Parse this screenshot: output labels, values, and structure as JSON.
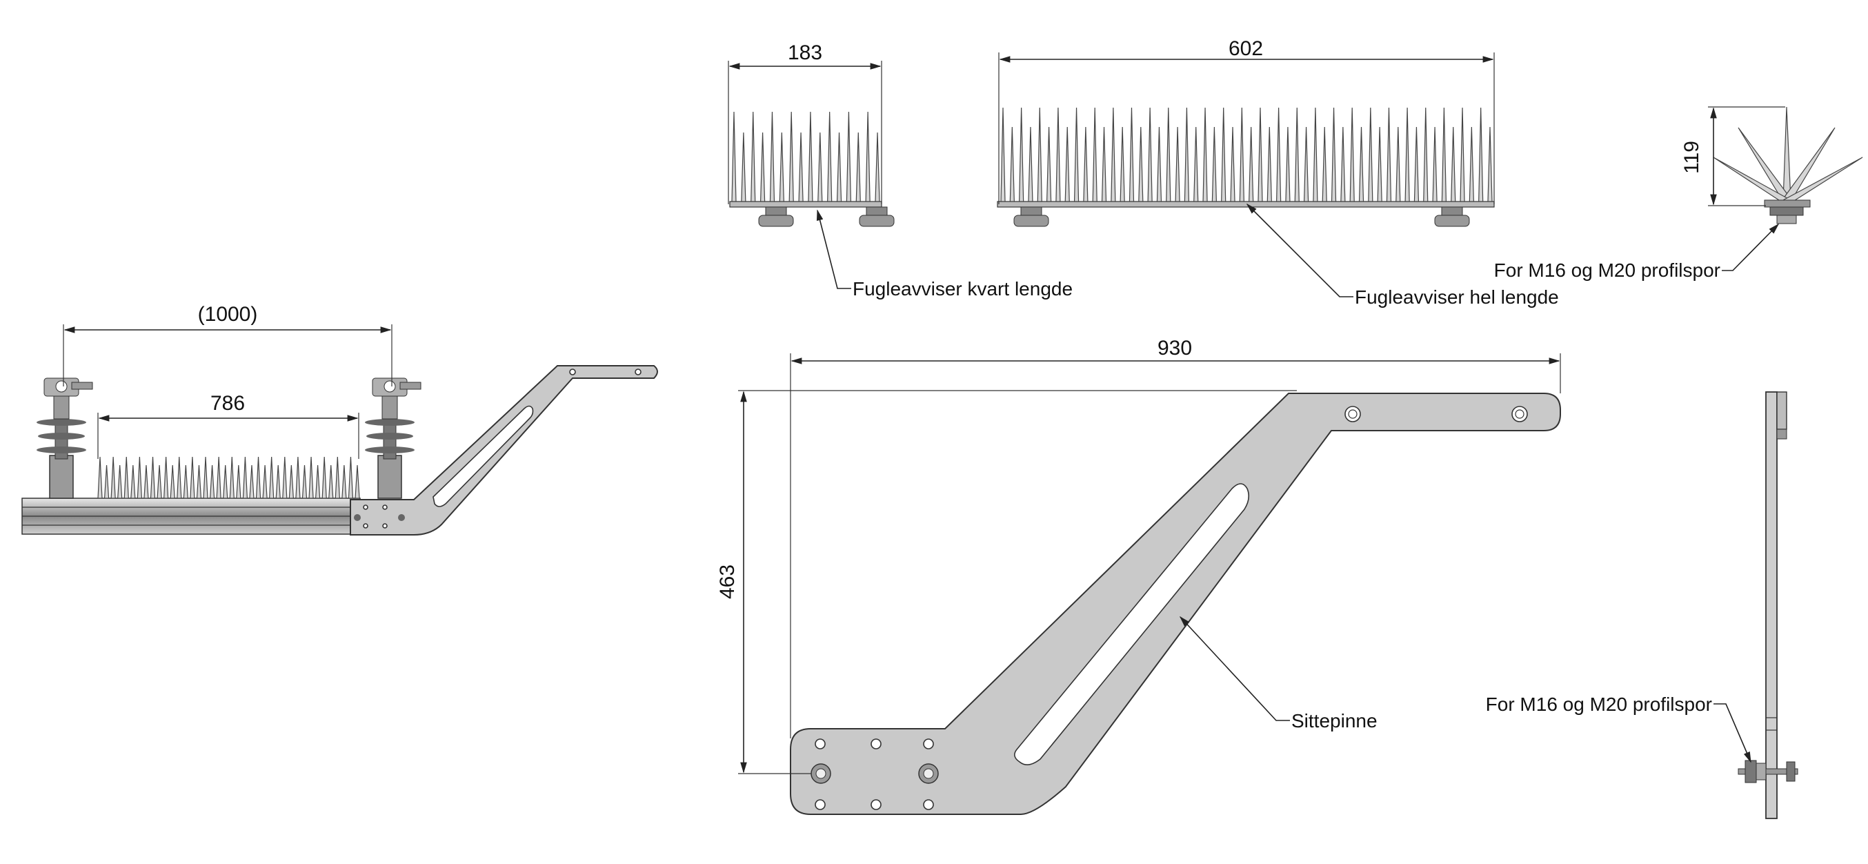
{
  "dimensions": {
    "overview_span": "(1000)",
    "overview_spike_length": "786",
    "quarter_length": "183",
    "full_length": "602",
    "spike_height": "119",
    "perch_width": "930",
    "perch_height": "463"
  },
  "labels": {
    "quarter_length": "Fugleavviser kvart lengde",
    "full_length": "Fugleavviser hel lengde",
    "profile_slot_top": "For M16 og M20 profilspor",
    "perch": "Sittepinne",
    "profile_slot_side": "For M16 og M20 profilspor"
  },
  "colors": {
    "part_fill": "#c9c9c9",
    "line": "#222222"
  }
}
